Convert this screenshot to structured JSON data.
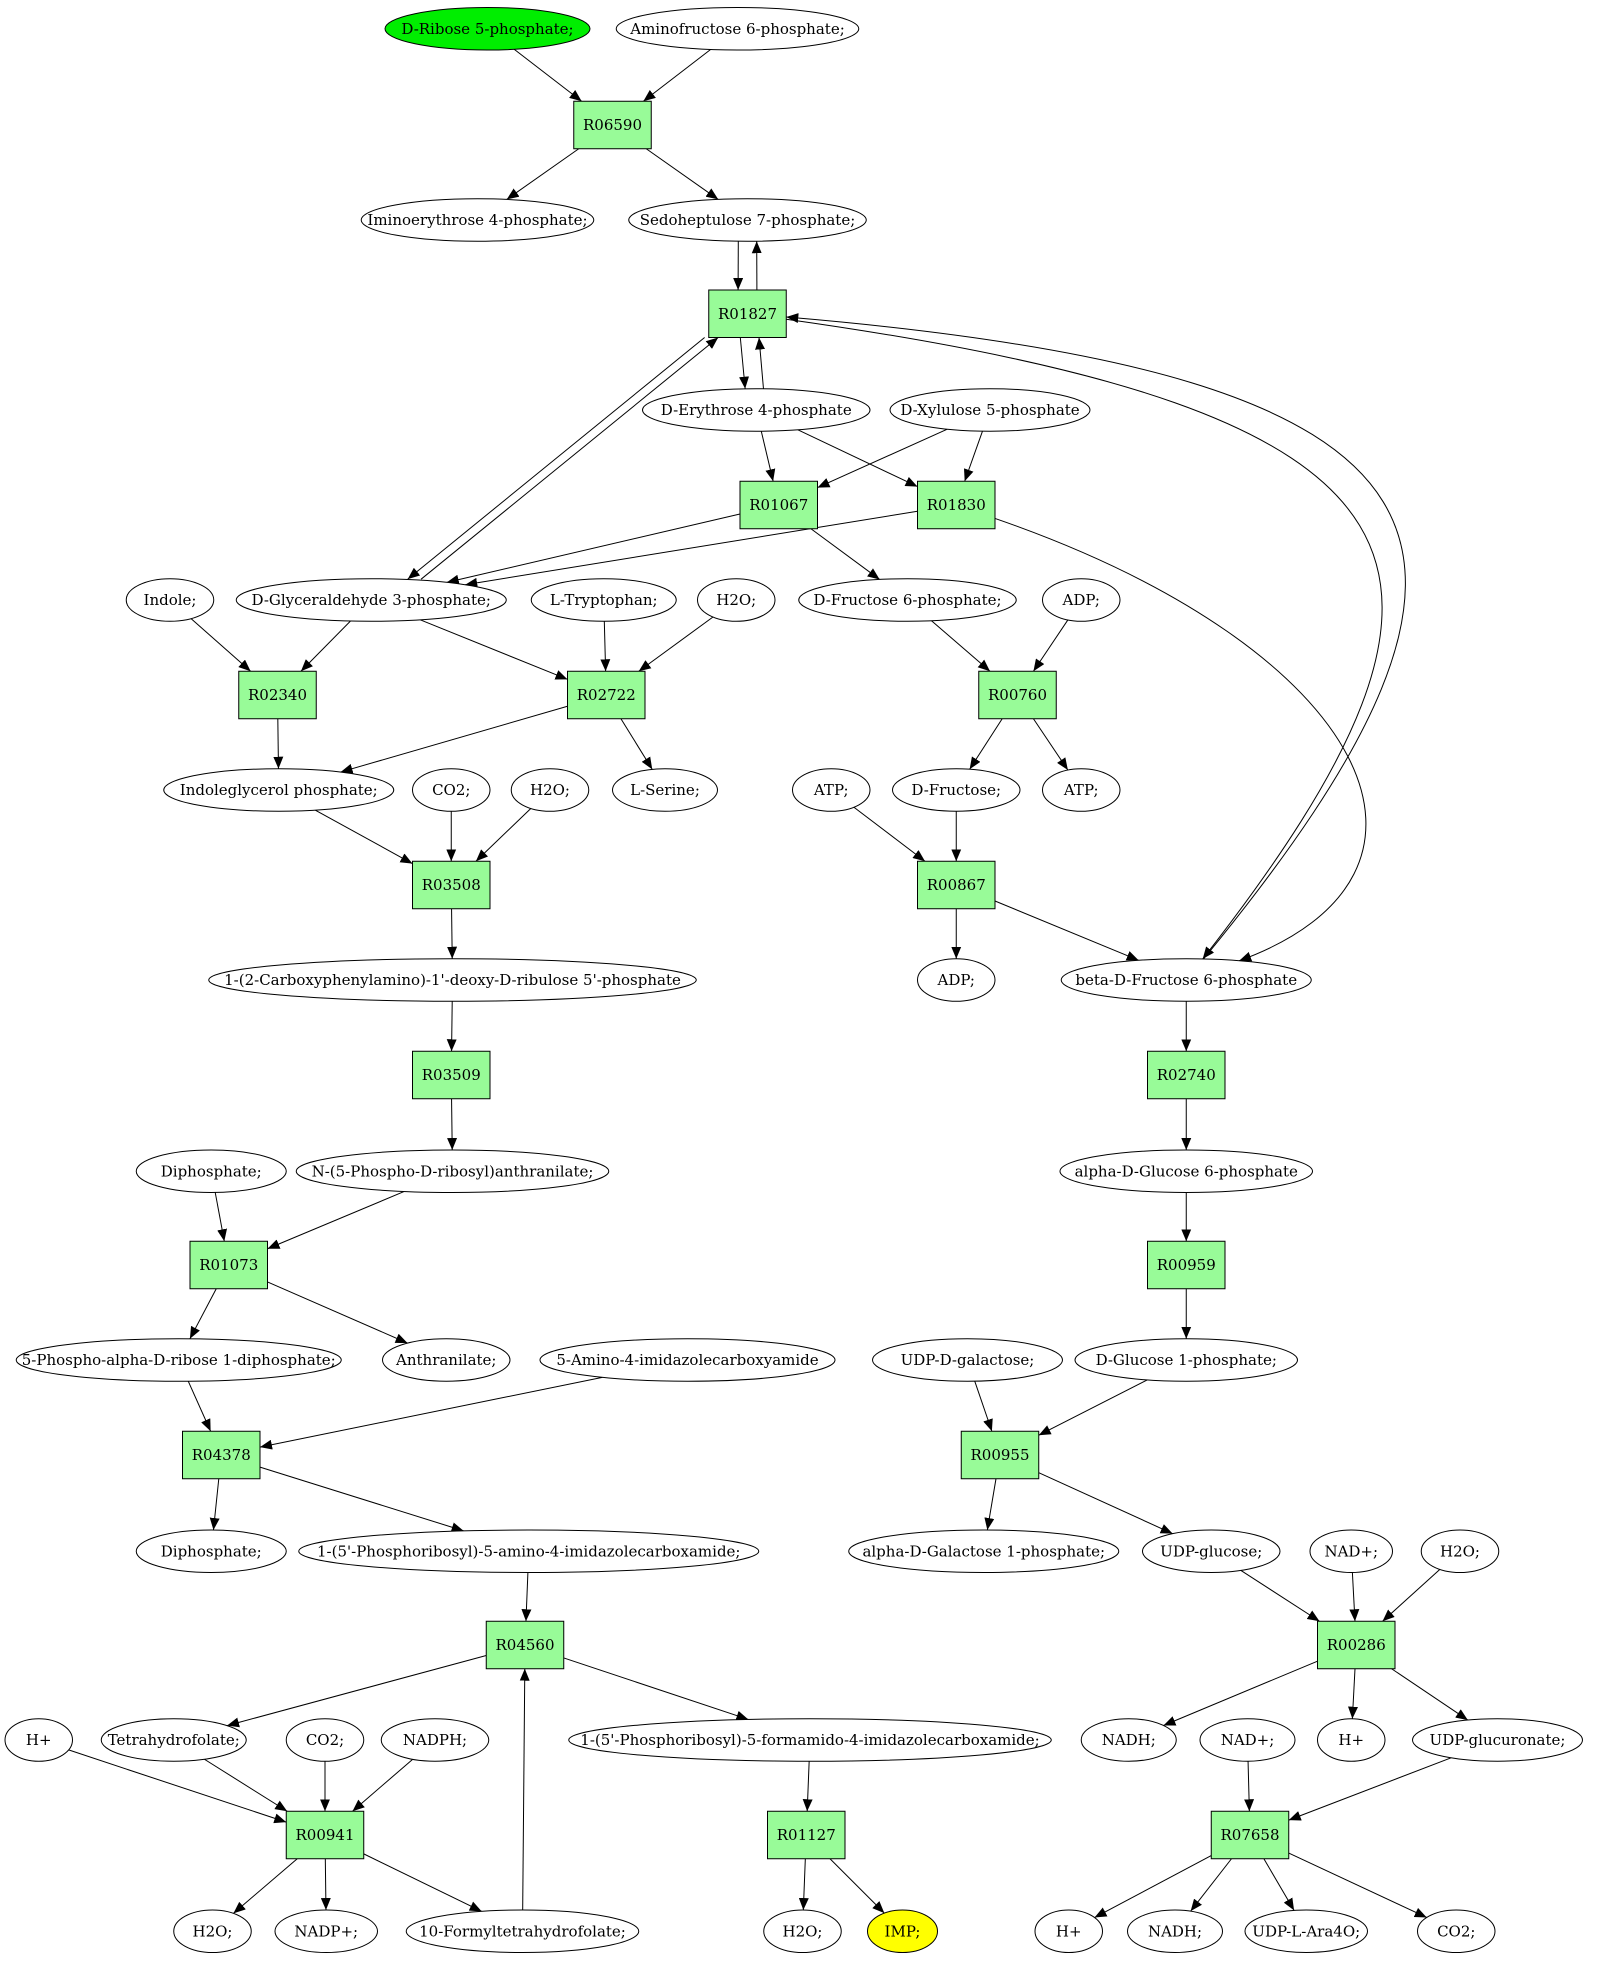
{
  "colors": {
    "reaction_fill": "#98fb98",
    "start_fill": "#00ee00",
    "target_fill": "#ffff00",
    "default_fill": "#ffffff",
    "stroke": "#000000"
  },
  "compounds": {
    "d_ribose_5p": "D-Ribose 5-phosphate;",
    "aminofructose_6p": "Aminofructose 6-phosphate;",
    "iminoerythrose_4p": "Iminoerythrose 4-phosphate;",
    "sedoheptulose_7p": "Sedoheptulose 7-phosphate;",
    "d_erythrose_4p": "D-Erythrose 4-phosphate",
    "d_xylulose_5p": "D-Xylulose 5-phosphate",
    "indole": "Indole;",
    "d_glyceraldehyde_3p": "D-Glyceraldehyde 3-phosphate;",
    "l_tryptophan": "L-Tryptophan;",
    "h2o_1": "H2O;",
    "d_fructose_6p": "D-Fructose 6-phosphate;",
    "adp_1": "ADP;",
    "indoleglycerol_p": "Indoleglycerol phosphate;",
    "co2_1": "CO2;",
    "h2o_2": "H2O;",
    "l_serine": "L-Serine;",
    "atp_1": "ATP;",
    "d_fructose": "D-Fructose;",
    "atp_2": "ATP;",
    "carboxyphenylamino": "1-(2-Carboxyphenylamino)-1'-deoxy-D-ribulose 5'-phosphate",
    "adp_2": "ADP;",
    "beta_d_fructose_6p": "beta-D-Fructose 6-phosphate",
    "diphosphate_1": "Diphosphate;",
    "n_phospho_anthranilate": "N-(5-Phospho-D-ribosyl)anthranilate;",
    "alpha_d_glucose_6p": "alpha-D-Glucose 6-phosphate",
    "prpp": "5-Phospho-alpha-D-ribose 1-diphosphate;",
    "anthranilate": "Anthranilate;",
    "aica": "5-Amino-4-imidazolecarboxyamide",
    "udp_d_galactose": "UDP-D-galactose;",
    "d_glucose_1p": "D-Glucose 1-phosphate;",
    "diphosphate_2": "Diphosphate;",
    "aicar": "1-(5'-Phosphoribosyl)-5-amino-4-imidazolecarboxamide;",
    "alpha_d_galactose_1p": "alpha-D-Galactose 1-phosphate;",
    "udp_glucose": "UDP-glucose;",
    "nad_1": "NAD+;",
    "h2o_3": "H2O;",
    "h_plus_1": "H+",
    "tetrahydrofolate": "Tetrahydrofolate;",
    "co2_2": "CO2;",
    "nadph": "NADPH;",
    "faicar": "1-(5'-Phosphoribosyl)-5-formamido-4-imidazolecarboxamide;",
    "nadh_1": "NADH;",
    "nad_2": "NAD+;",
    "h_plus_2": "H+",
    "udp_glucuronate": "UDP-glucuronate;",
    "h2o_4": "H2O;",
    "nadp_plus": "NADP+;",
    "formyl_thf": "10-Formyltetrahydrofolate;",
    "h2o_5": "H2O;",
    "imp": "IMP;",
    "h_plus_3": "H+",
    "nadh_2": "NADH;",
    "udp_l_ara4o": "UDP-L-Ara4O;",
    "co2_3": "CO2;"
  },
  "reactions": {
    "r06590": "R06590",
    "r01827": "R01827",
    "r01067": "R01067",
    "r01830": "R01830",
    "r02340": "R02340",
    "r02722": "R02722",
    "r00760": "R00760",
    "r03508": "R03508",
    "r00867": "R00867",
    "r03509": "R03509",
    "r02740": "R02740",
    "r01073": "R01073",
    "r00959": "R00959",
    "r04378": "R04378",
    "r00955": "R00955",
    "r04560": "R04560",
    "r00286": "R00286",
    "r00941": "R00941",
    "r01127": "R01127",
    "r07658": "R07658"
  }
}
